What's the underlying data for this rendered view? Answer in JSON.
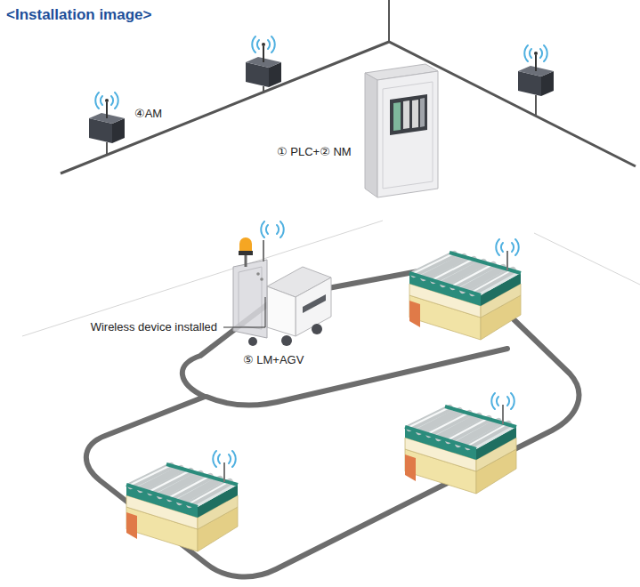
{
  "diagram": {
    "title": "<Installation image>",
    "labels": [
      "④AM",
      "① PLC+② NM",
      "Wireless device installed",
      "⑤ LM+AGV"
    ]
  }
}
